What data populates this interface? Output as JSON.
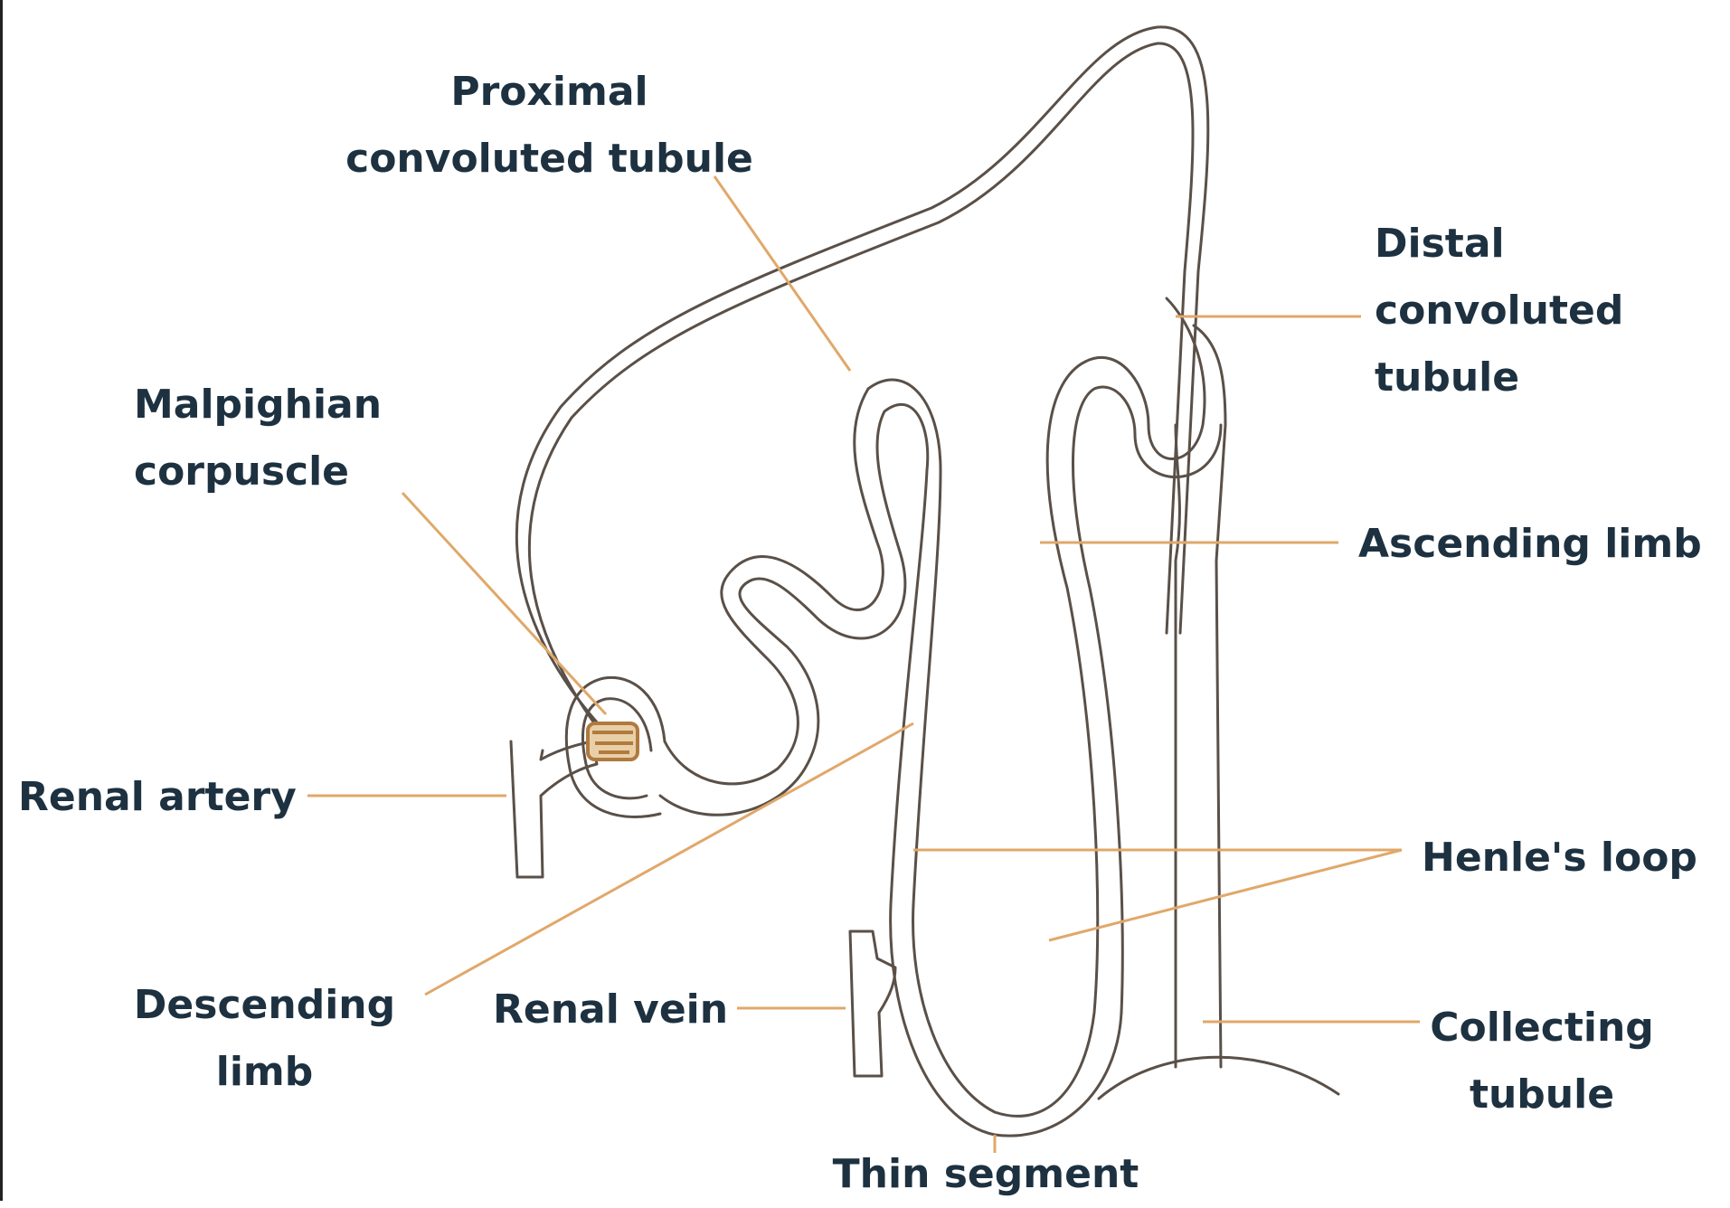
{
  "labels": {
    "proximal": [
      "Proximal",
      "convoluted tubule"
    ],
    "distal": [
      "Distal",
      "convoluted",
      "tubule"
    ],
    "malpighian": [
      "Malpighian",
      "corpuscle"
    ],
    "ascending": [
      "Ascending limb"
    ],
    "renal_artery": [
      "Renal artery"
    ],
    "henle": [
      "Henle's loop"
    ],
    "descending": [
      "Descending",
      "limb"
    ],
    "renal_vein": [
      "Renal vein"
    ],
    "collecting": [
      "Collecting",
      "tubule"
    ],
    "thin_segment": [
      "Thin segment"
    ]
  },
  "colors": {
    "leader": "#e0a86a",
    "outline": "#5a5048",
    "text": "#1d3140",
    "glomerulus": "#b07a3e"
  }
}
